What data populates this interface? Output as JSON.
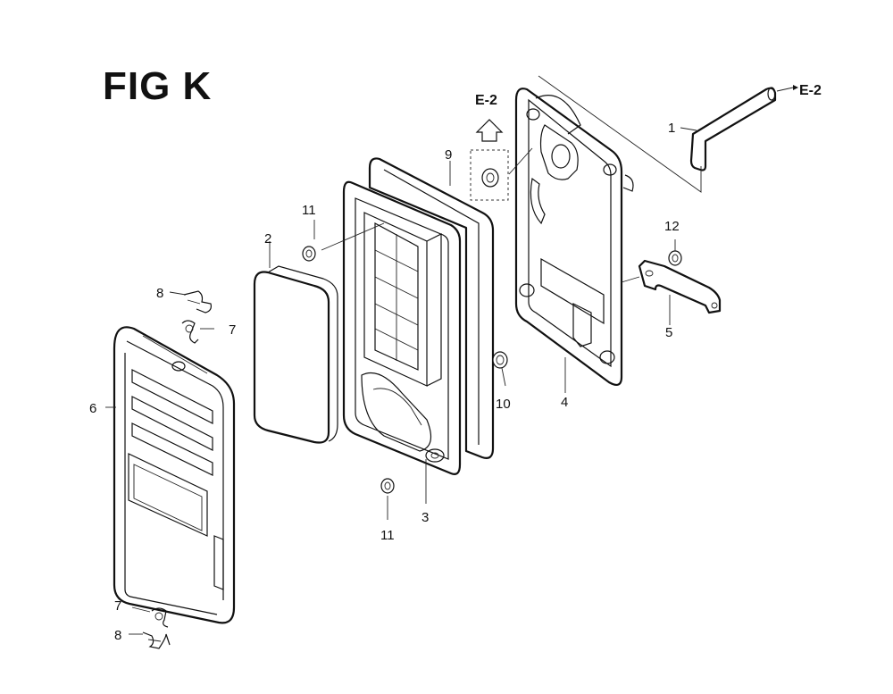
{
  "figure": {
    "title": "FIG K",
    "ref_label": "E-2"
  },
  "callouts": {
    "c1": "1",
    "c2": "2",
    "c3": "3",
    "c4": "4",
    "c5": "5",
    "c6": "6",
    "c7a": "7",
    "c7b": "7",
    "c8a": "8",
    "c8b": "8",
    "c9": "9",
    "c10": "10",
    "c11a": "11",
    "c11b": "11",
    "c12": "12"
  }
}
